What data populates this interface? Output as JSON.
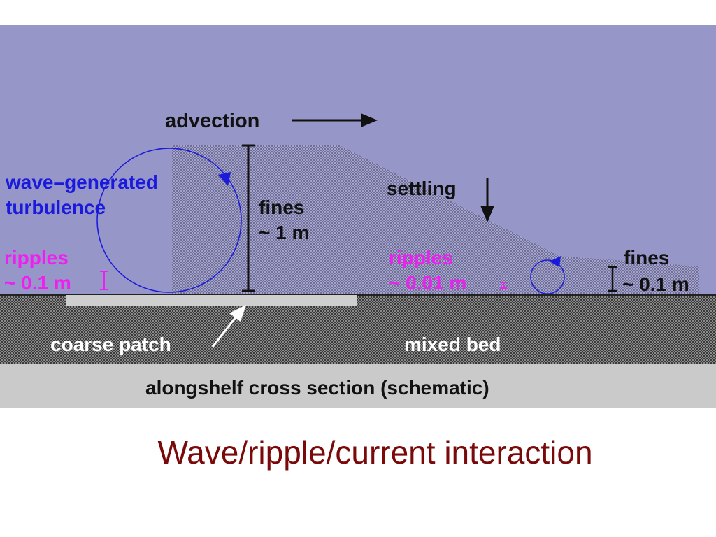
{
  "diagram": {
    "advection_label": "advection",
    "wave_turbulence_line1": "wave–generated",
    "wave_turbulence_line2": "turbulence",
    "fines_left_line1": "fines",
    "fines_left_line2": "~ 1 m",
    "settling_label": "settling",
    "ripples_left_line1": "ripples",
    "ripples_left_line2": "~ 0.1 m",
    "ripples_right_line1": "ripples",
    "ripples_right_line2": "~ 0.01 m",
    "fines_right_line1": "fines",
    "fines_right_line2": "~ 0.1 m",
    "coarse_patch_label": "coarse patch",
    "mixed_bed_label": "mixed bed",
    "cross_section_label": "alongshelf cross section (schematic)"
  },
  "caption": "Wave/ripple/current interaction",
  "colors": {
    "water": "#9696c8",
    "bed": "#5a5a5a",
    "cross_section_band": "#cacaca",
    "turbulence_blue": "#1a1adc",
    "ripples_magenta": "#f01ef0",
    "caption_red": "#7a0a0a"
  }
}
